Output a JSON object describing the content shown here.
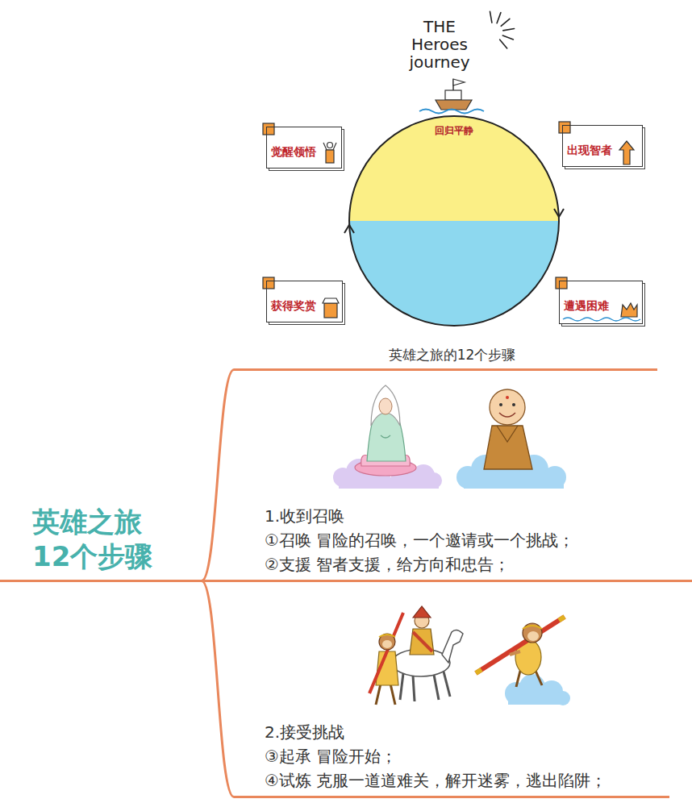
{
  "diagram": {
    "nodes": [
      {
        "text": [
          "英雄之旅 12个步骤"
        ]
      },
      {
        "text": [
          "英雄之旅的12个步骤"
        ]
      },
      {
        "text": [
          "回归平静"
        ],
        "in": 1
      },
      {
        "text": [
          "觉醒领悟"
        ],
        "in": 1
      },
      {
        "text": [
          "出现智者"
        ],
        "in": 1
      },
      {
        "text": [
          "获得奖赏"
        ],
        "in": 1
      },
      {
        "text": [
          "遭遇困难"
        ],
        "in": 1
      },
      {
        "text": [
          "1.收到召唤",
          "①召唤 冒险的召唤，一个邀请或一个挑战；",
          "②支援 智者支援，给方向和忠告；"
        ]
      },
      {
        "text": [
          "2.接受挑战",
          "③起承 冒险开始；",
          "④试炼 克服一道道难关，解开迷雾，逃出陷阱；"
        ]
      }
    ],
    "edges": [
      {
        "from": 0,
        "to": 1,
        "arrow": "none"
      },
      {
        "from": 0,
        "to": 7,
        "arrow": "none"
      },
      {
        "from": 0,
        "to": 8,
        "arrow": "none"
      }
    ],
    "labels": [
      "THE Heroes journey"
    ]
  }
}
